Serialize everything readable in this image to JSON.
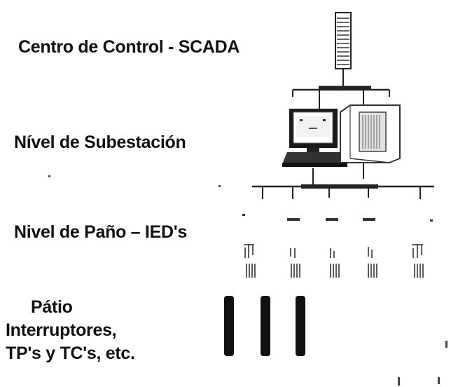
{
  "levels": {
    "control_center": "Centro de Control - SCADA",
    "substation": "Nível de Subestación",
    "bay": "Nivel de Paño – IED's",
    "yard": {
      "line1": "Pátio",
      "line2": "Interruptores,",
      "line3": "TP's y TC's, etc."
    }
  },
  "colors": {
    "ink": "#111111",
    "gray": "#555555",
    "light_gray": "#bbbbbb"
  },
  "icons": [
    "server-rack-icon",
    "workstation-computer-icon",
    "cabinet-icon",
    "ied-relay-icon",
    "breaker-bar-icon"
  ]
}
